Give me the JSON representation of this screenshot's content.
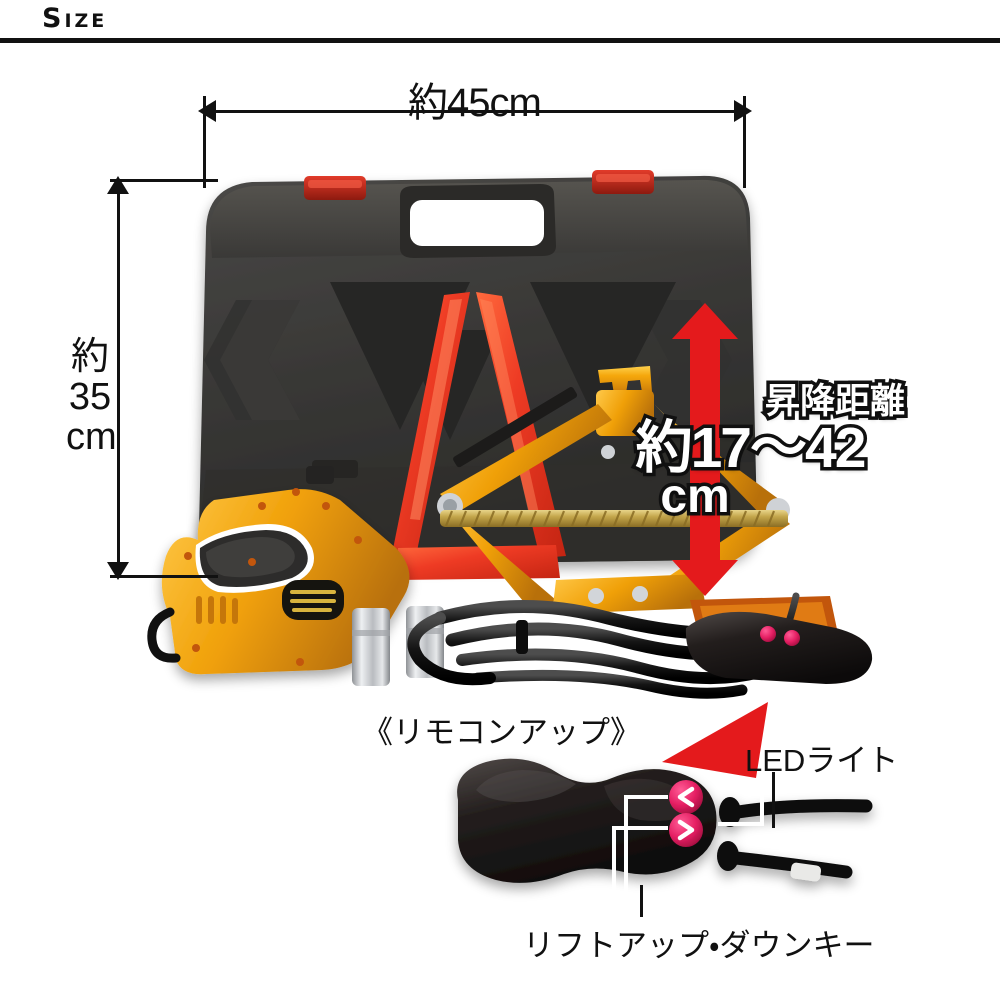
{
  "header": {
    "title": "Size"
  },
  "dimensions": {
    "width_label": "約45cm",
    "height_label_lines": [
      "約",
      "35",
      "cm"
    ],
    "height_line1": "約",
    "height_line2": "35",
    "height_line3": "cm"
  },
  "callouts": {
    "lift_title": "昇降距離",
    "lift_value": "約17〜42",
    "lift_unit": "cm",
    "remote_closeup": "《リモコンアップ》",
    "led_light": "LEDライト",
    "lift_keys": "リフトアップ・ダウンキー"
  },
  "colors": {
    "background": "#ffffff",
    "ink": "#111111",
    "arrow_red": "#e41a1c",
    "jack_yellow": "#f2a50c",
    "jack_yellow_dark": "#c87d05",
    "triangle_red": "#ee3b24",
    "case_black": "#3a3a3a",
    "button_pink": "#ea1e63",
    "chrome": "#d8dadc"
  },
  "product": {
    "case": "black-tool-case",
    "warning_triangle": "red-warning-triangle",
    "jack": "yellow-scissor-jack",
    "wrench": "yellow-impact-wrench",
    "sockets": "chrome-socket-adapters",
    "remote": "black-handheld-remote",
    "remote_buttons": [
      "up-key",
      "down-key"
    ]
  }
}
